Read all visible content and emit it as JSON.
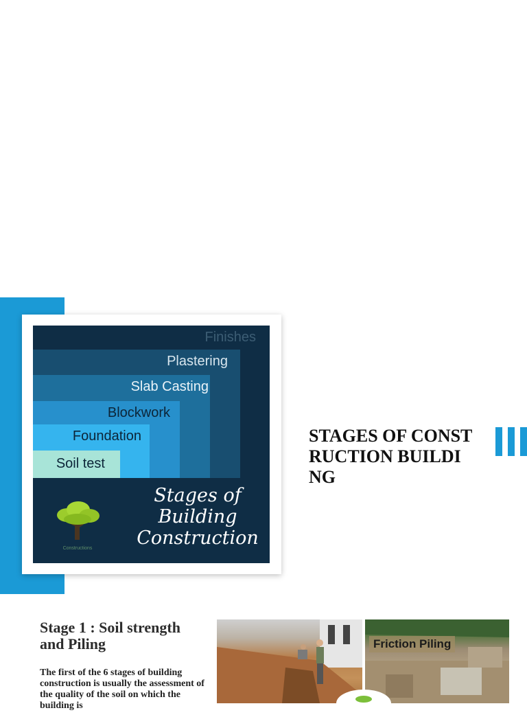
{
  "poster": {
    "stages": [
      "Finishes",
      "Plastering",
      "Slab Casting",
      "Blockwork",
      "Foundation",
      "Soil test"
    ],
    "title_lines": [
      "Stages of",
      "Building",
      "Construction"
    ],
    "logo_caption": "Constructions"
  },
  "document": {
    "title": "STAGES OF CONSTRUCTION BUILDING",
    "section_heading": "Stage 1 : Soil strength and Piling",
    "section_body": "The first of the 6 stages of building construction is usually the assessment of the quality of the soil on which the building is"
  },
  "photos": {
    "friction_label": "Friction Piling"
  },
  "colors": {
    "accent": "#1b9ad6",
    "poster_bg": "#0f2d45"
  }
}
